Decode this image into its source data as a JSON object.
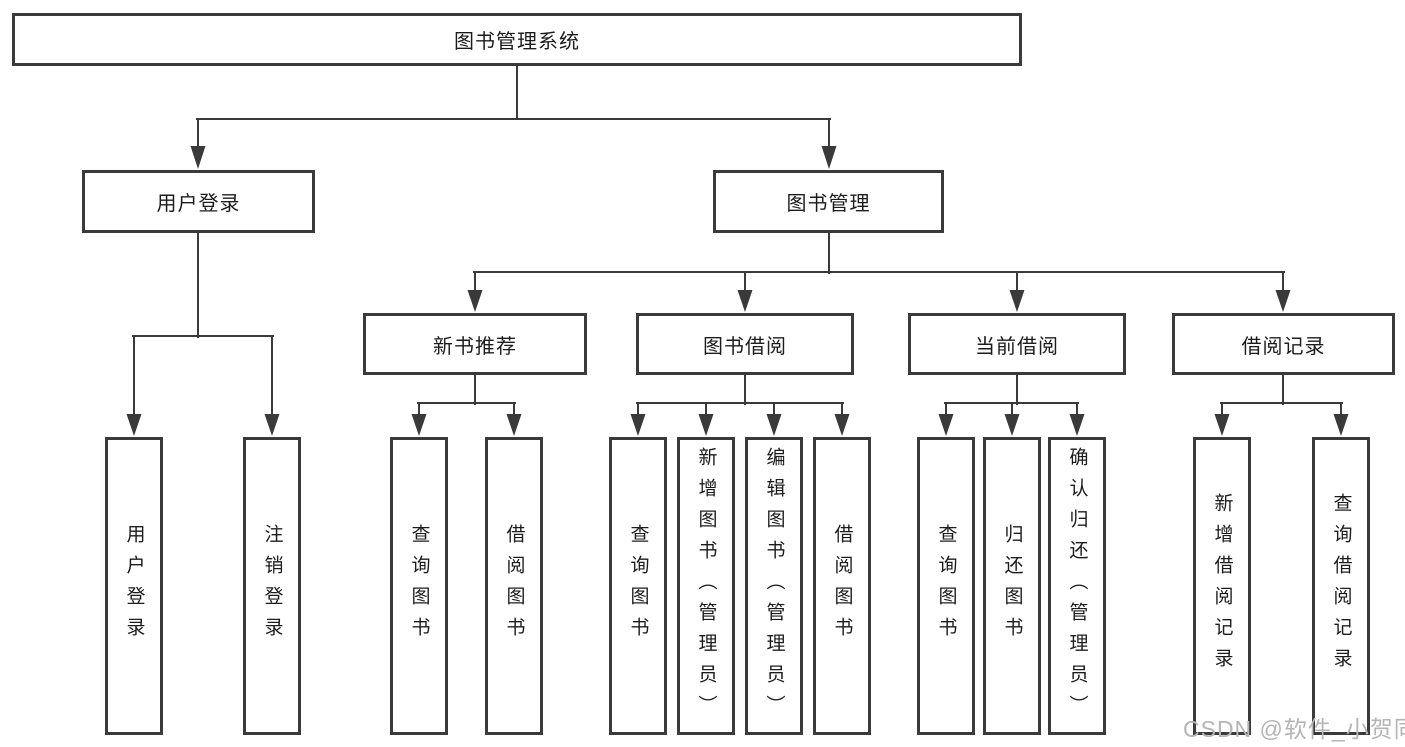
{
  "diagram": {
    "title": "图书管理系统",
    "nodes": {
      "root": "图书管理系统",
      "user_login": "用户登录",
      "book_mgmt": "图书管理",
      "new_book_rec": "新书推荐",
      "book_borrow": "图书借阅",
      "current_borrow": "当前借阅",
      "borrow_records": "借阅记录",
      "leaves": [
        "用户登录",
        "注销登录",
        "查询图书",
        "借阅图书",
        "查询图书",
        "新增图书（管理员）",
        "编辑图书（管理员）",
        "借阅图书",
        "查询图书",
        "归还图书",
        "确认归还（管理员）",
        "新增借阅记录",
        "查询借阅记录"
      ]
    },
    "colors": {
      "line": "#3a3a3a",
      "text": "#1c1c1c",
      "watermark": "#b5b5b5",
      "background": "#ffffff"
    }
  },
  "watermark": "CSDN @软件_小贺同学"
}
